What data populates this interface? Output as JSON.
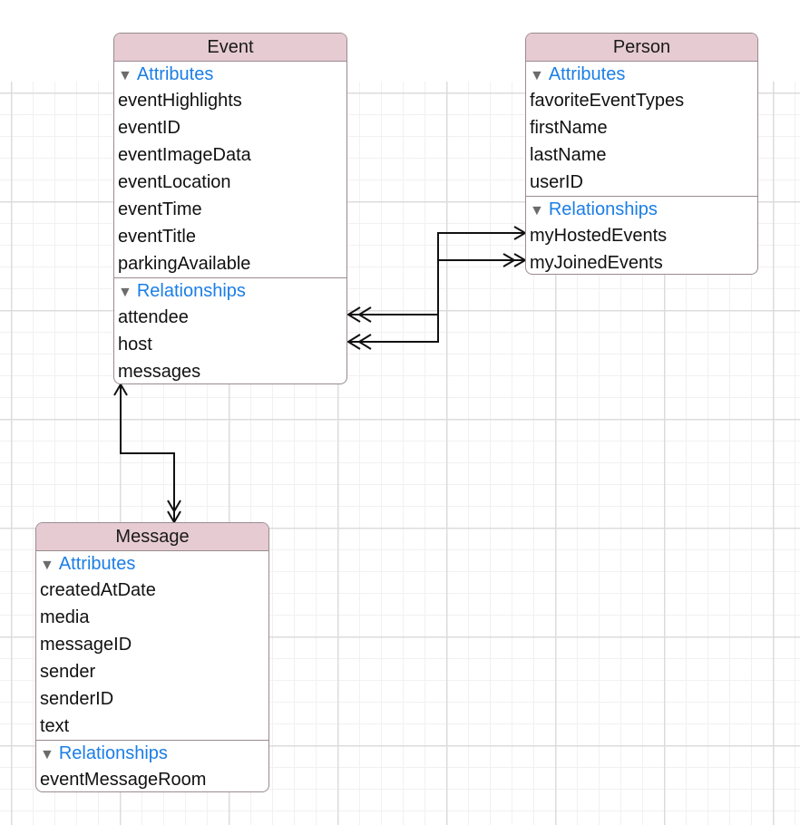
{
  "entities": {
    "event": {
      "name": "Event",
      "sections": [
        {
          "label": "Attributes",
          "fields": [
            "eventHighlights",
            "eventID",
            "eventImageData",
            "eventLocation",
            "eventTime",
            "eventTitle",
            "parkingAvailable"
          ]
        },
        {
          "label": "Relationships",
          "fields": [
            "attendee",
            "host",
            "messages"
          ]
        }
      ]
    },
    "person": {
      "name": "Person",
      "sections": [
        {
          "label": "Attributes",
          "fields": [
            "favoriteEventTypes",
            "firstName",
            "lastName",
            "userID"
          ]
        },
        {
          "label": "Relationships",
          "fields": [
            "myHostedEvents",
            "myJoinedEvents"
          ]
        }
      ]
    },
    "message": {
      "name": "Message",
      "sections": [
        {
          "label": "Attributes",
          "fields": [
            "createdAtDate",
            "media",
            "messageID",
            "sender",
            "senderID",
            "text"
          ]
        },
        {
          "label": "Relationships",
          "fields": [
            "eventMessageRoom"
          ]
        }
      ]
    }
  },
  "relationships": [
    {
      "from": "Event.attendee",
      "to": "Person.myJoinedEvents",
      "from_cardinality": "to-many",
      "to_cardinality": "to-many"
    },
    {
      "from": "Event.host",
      "to": "Person.myHostedEvents",
      "from_cardinality": "to-many",
      "to_cardinality": "to-one"
    },
    {
      "from": "Event.messages",
      "to": "Message.eventMessageRoom",
      "from_cardinality": "to-one",
      "to_cardinality": "to-many"
    }
  ],
  "icons": {
    "section_toggle": "disclosure-triangle-icon"
  },
  "colors": {
    "title_fill": "#e6cbd3",
    "border": "#9a8a91",
    "section_label": "#1b7ee6",
    "text": "#111111",
    "line": "#111111"
  }
}
